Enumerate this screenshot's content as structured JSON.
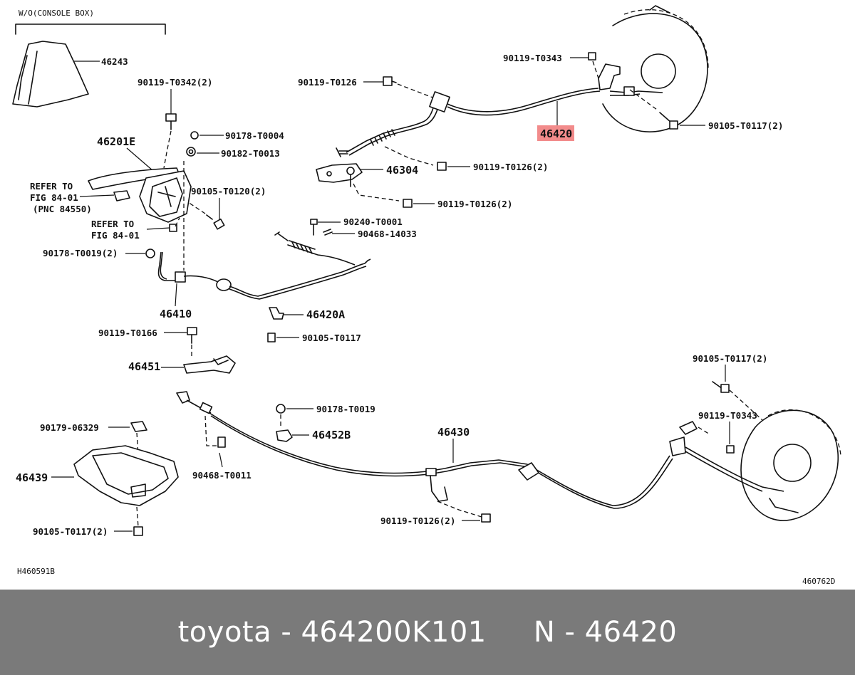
{
  "labels": {
    "console_note": "W/O(CONSOLE BOX)",
    "p46243": "46243",
    "p90119_T0342": "90119-T0342(2)",
    "p90178_T0004": "90178-T0004",
    "p46201E": "46201E",
    "p90182_T0013": "90182-T0013",
    "refer1_a": "REFER TO",
    "refer1_b": "FIG 84-01",
    "refer1_c": "(PNC 84550)",
    "p90105_T0120": "90105-T0120(2)",
    "refer2_a": "REFER TO",
    "refer2_b": "FIG 84-01",
    "p90178_T0019_2": "90178-T0019(2)",
    "p90119_T0126": "90119-T0126",
    "p90119_T0343_top": "90119-T0343",
    "p46420": "46420",
    "p90105_T0117_2_top": "90105-T0117(2)",
    "p46304": "46304",
    "p90119_T0126_2_a": "90119-T0126(2)",
    "p90119_T0126_2_b": "90119-T0126(2)",
    "p90240_T0001": "90240-T0001",
    "p90468_14033": "90468-14033",
    "p46410": "46410",
    "p46420A": "46420A",
    "p90119_T0166": "90119-T0166",
    "p90105_T0117": "90105-T0117",
    "p46451": "46451",
    "p90105_T0117_2_right": "90105-T0117(2)",
    "p90178_T0019": "90178-T0019",
    "p90119_T0343_bottom": "90119-T0343",
    "p90179_06329": "90179-06329",
    "p46452B": "46452B",
    "p46430": "46430",
    "p46439": "46439",
    "p90468_T0011": "90468-T0011",
    "p90119_T0126_2_c": "90119-T0126(2)",
    "p90105_T0117_2_bottom": "90105-T0117(2)",
    "code_left": "H460591B",
    "code_right": "460762D"
  },
  "footer": {
    "text": "toyota - 464200K101     N - 46420"
  },
  "colors": {
    "highlight": "#f28b8b",
    "footer_bg": "#7a7a7a",
    "footer_text": "#ffffff"
  }
}
